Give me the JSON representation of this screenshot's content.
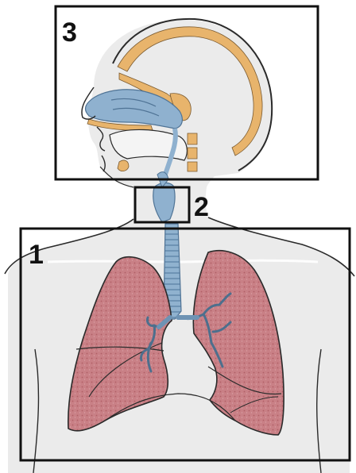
{
  "diagram": {
    "regions": [
      {
        "id": "lower-airway-region",
        "label": "1"
      },
      {
        "id": "larynx-region",
        "label": "2"
      },
      {
        "id": "upper-airway-region",
        "label": "3"
      }
    ],
    "colors": {
      "skin": "#ececec",
      "outline": "#2a2a2a",
      "bone": "#e8b46c",
      "airway": "#8fb1cf",
      "airway_dark": "#5f86a8",
      "lung": "#c77b80",
      "lung_dark": "#a9585e",
      "bronchi": "#4d6f8d",
      "box": "#111111"
    }
  }
}
